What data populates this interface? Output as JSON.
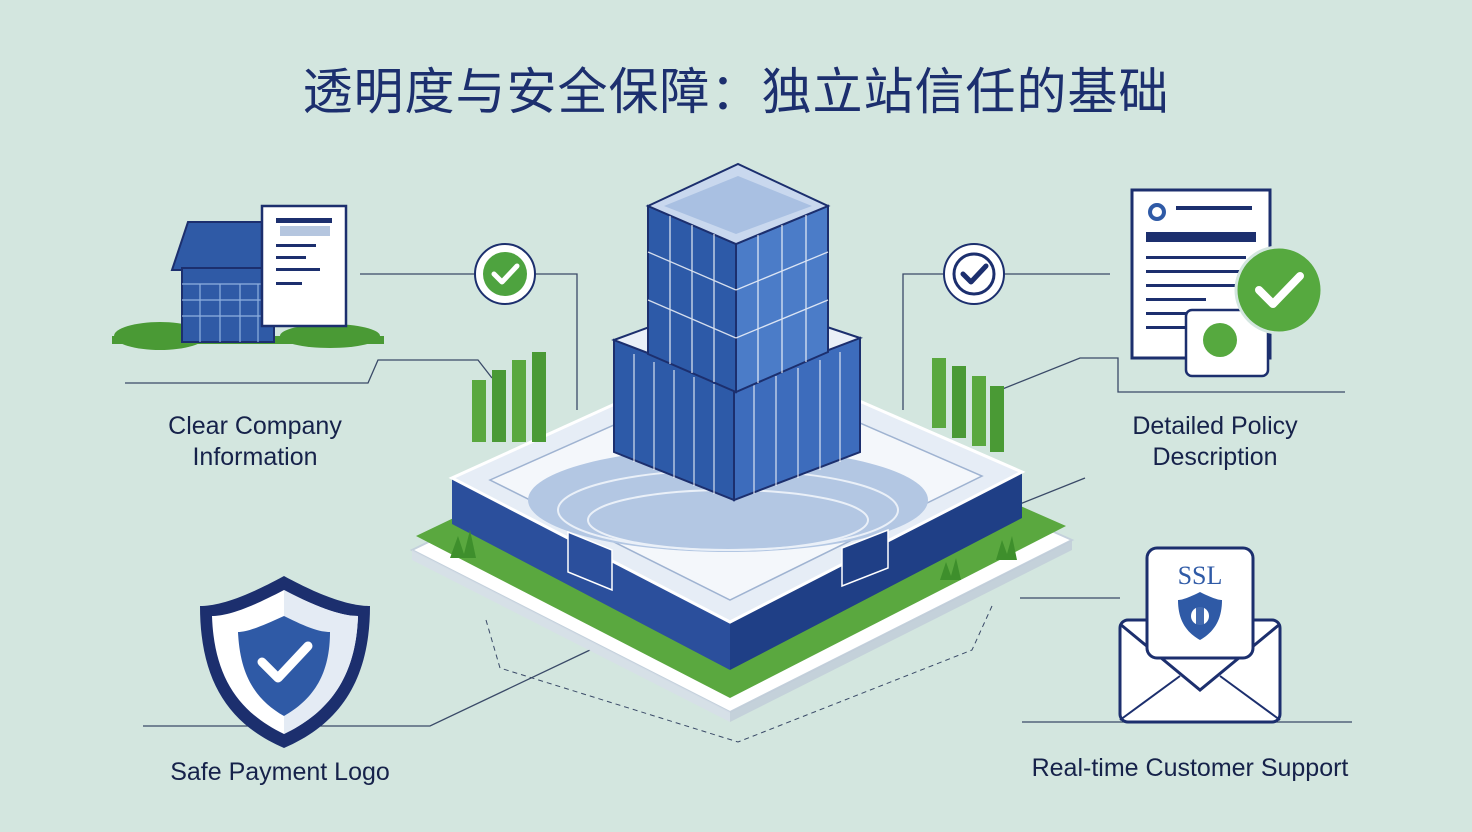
{
  "title": "透明度与安全保障：独立站信任的基础",
  "features": {
    "company_info": {
      "line1": "Clear Company",
      "line2": "Information"
    },
    "policy": {
      "line1": "Detailed Policy",
      "line2": "Description"
    },
    "payment": {
      "label": "Safe Payment Logo"
    },
    "support": {
      "label": "Real-time Customer Support",
      "badge_text": "SSL"
    }
  },
  "colors": {
    "background": "#d3e6df",
    "navy": "#1c2f6e",
    "blue": "#2f5aa6",
    "green": "#56a93f"
  }
}
